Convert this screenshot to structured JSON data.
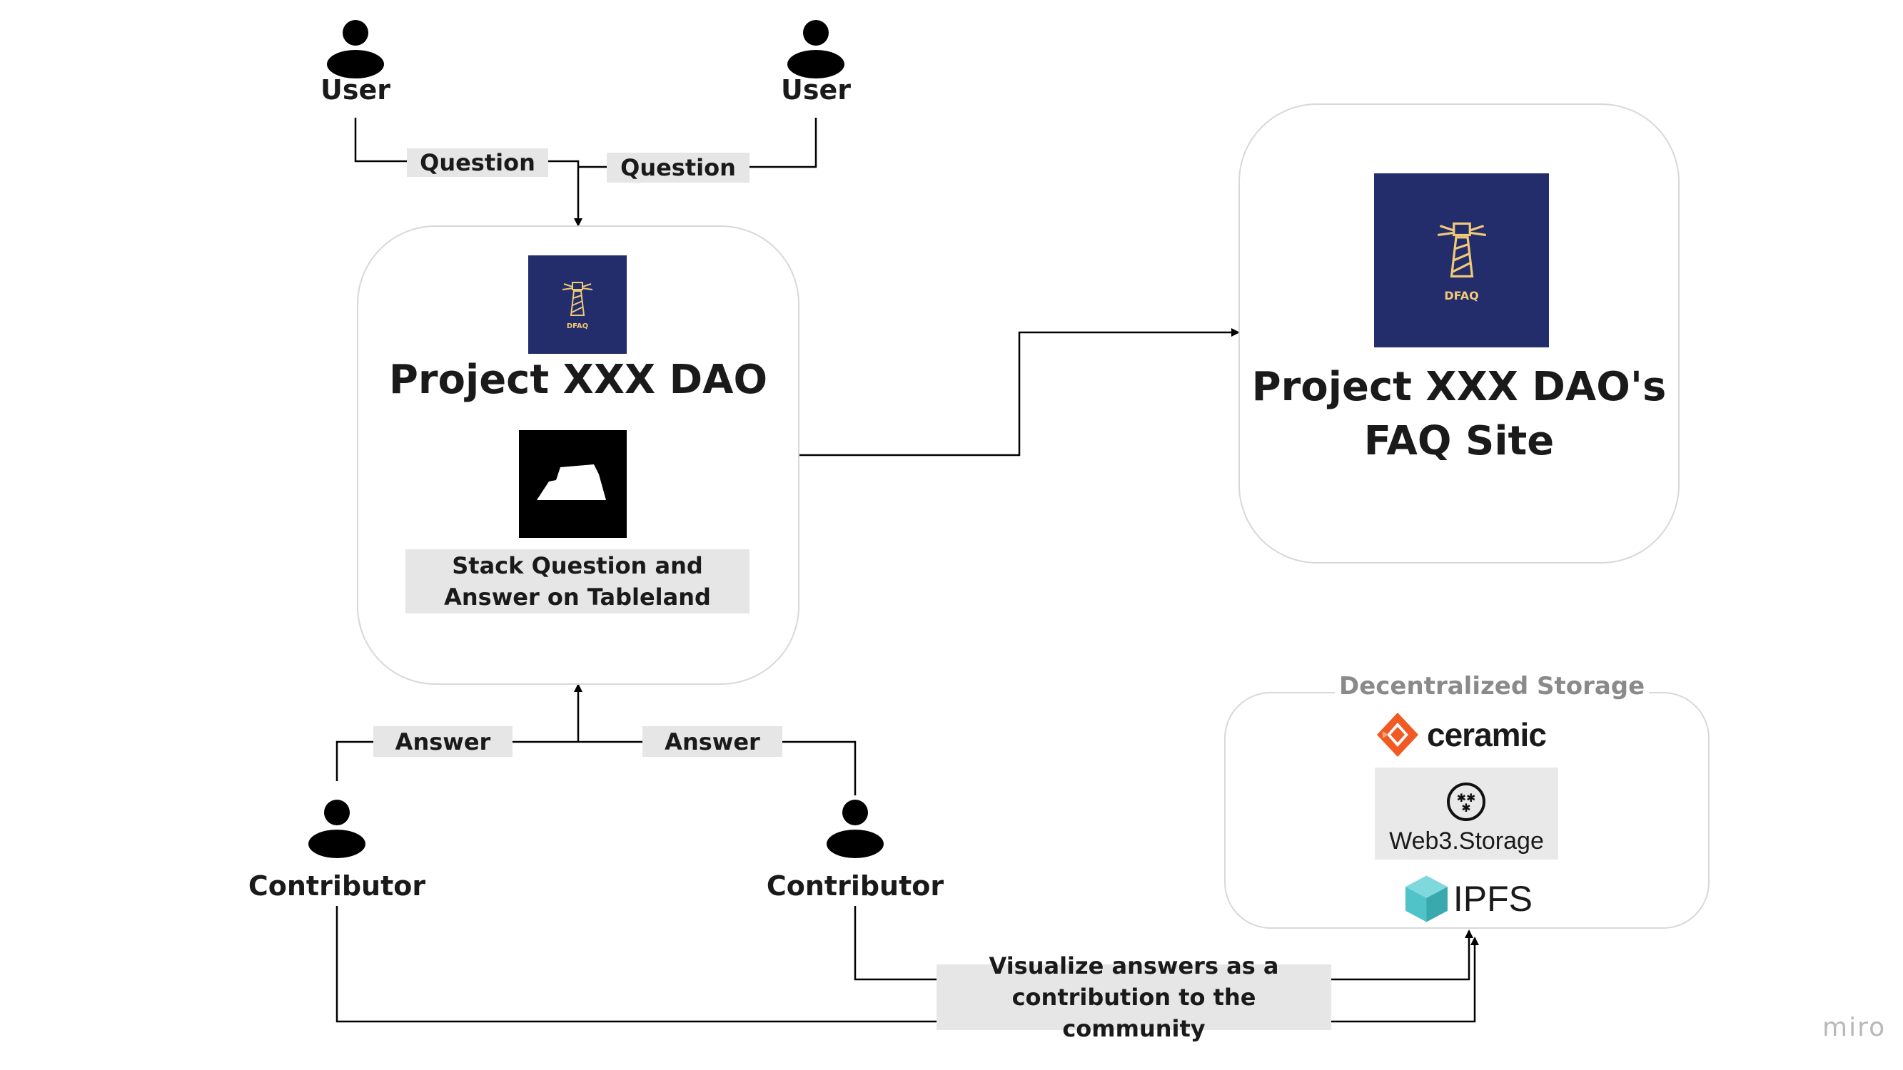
{
  "users": [
    {
      "label": "User"
    },
    {
      "label": "User"
    }
  ],
  "questions": [
    {
      "label": "Question"
    },
    {
      "label": "Question"
    }
  ],
  "dao": {
    "logo_text": "DFAQ",
    "title": "Project XXX DAO",
    "tableland_label": "Stack Question and Answer on Tableland"
  },
  "faq_site": {
    "logo_text": "DFAQ",
    "title_line1": "Project XXX DAO's",
    "title_line2": "FAQ Site"
  },
  "answers": [
    {
      "label": "Answer"
    },
    {
      "label": "Answer"
    }
  ],
  "contributors": [
    {
      "label": "Contributor"
    },
    {
      "label": "Contributor"
    }
  ],
  "storage": {
    "title": "Decentralized Storage",
    "items": [
      "ceramic",
      "Web3.Storage",
      "IPFS"
    ]
  },
  "contribution_label": "Visualize answers as a contribution to the community",
  "watermark": "miro",
  "colors": {
    "logo_bg": "#232d6b",
    "logo_accent": "#f0c976",
    "label_bg": "#e6e6e6",
    "ceramic_orange": "#f15a22",
    "ipfs_teal": "#4fc3c7"
  }
}
